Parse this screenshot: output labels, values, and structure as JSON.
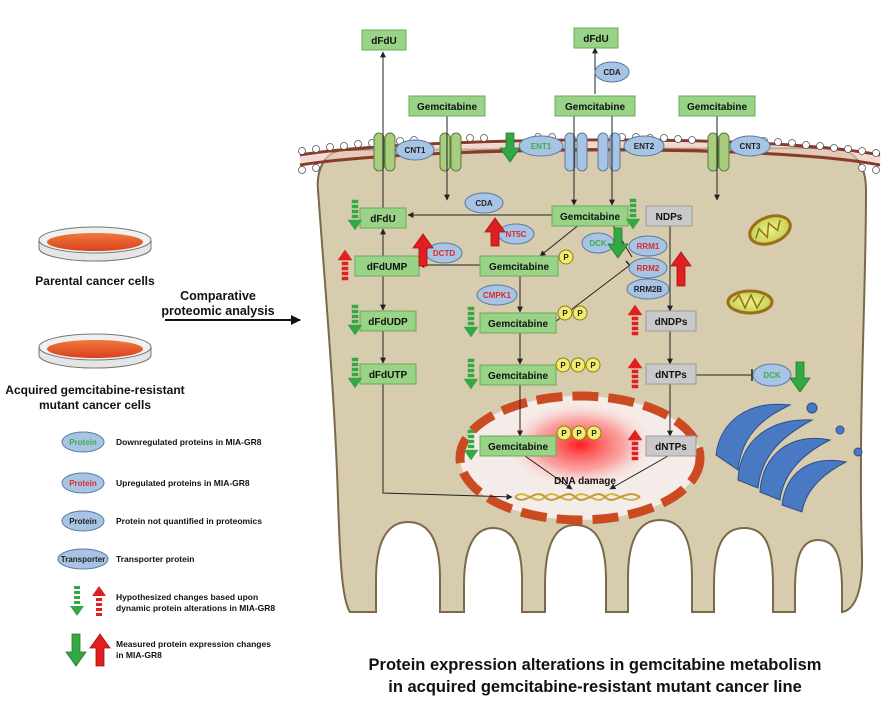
{
  "title_line1": "Protein expression alterations in gemcitabine metabolism",
  "title_line2": "in acquired gemcitabine-resistant mutant cancer line",
  "dish_parental": "Parental  cancer cells",
  "dish_resistant_line1": "Acquired gemcitabine-resistant",
  "dish_resistant_line2": "mutant cancer cells",
  "analysis_line1": "Comparative",
  "analysis_line2": "proteomic analysis",
  "boxes": {
    "dfdu_out_left": "dFdU",
    "dfdu_out_right": "dFdU",
    "gem_out_1": "Gemcitabine",
    "gem_out_2": "Gemcitabine",
    "gem_out_3": "Gemcitabine",
    "dfdu_in": "dFdU",
    "dfdump": "dFdUMP",
    "dfdudp": "dFdUDP",
    "dfdutp": "dFdUTP",
    "gem_in": "Gemcitabine",
    "gem_mp": "Gemcitabine",
    "gem_dp": "Gemcitabine",
    "gem_tp": "Gemcitabine",
    "gem_nuc": "Gemcitabine",
    "ndps": "NDPs",
    "dndps": "dNDPs",
    "dntps": "dNTPs",
    "dntps_nuc": "dNTPs"
  },
  "proteins": {
    "cda_top": "CDA",
    "cnt1_left": "CNT1",
    "ent1": "ENT1",
    "ent2": "ENT2",
    "cnt3": "CNT3",
    "cda_in": "CDA",
    "nt5c": "NT5C",
    "dctd": "DCTD",
    "dck": "DCK",
    "cmpk1": "CMPK1",
    "rrm1": "RRM1",
    "rrm2": "RRM2",
    "rrm2b": "RRM2B",
    "dck_right": "DCK"
  },
  "phosphate": "P",
  "dna_damage": "DNA damage",
  "legend": {
    "down_sample": "Protein",
    "down_text": "Downregulated proteins in MIA-GR8",
    "up_sample": "Protein",
    "up_text": "Upregulated proteins in MIA-GR8",
    "nq_sample": "Protein",
    "nq_text": "Protein not quantified in proteomics",
    "tr_sample": "Transporter",
    "tr_text": "Transporter protein",
    "hyp_line1": "Hypothesized changes based upon",
    "hyp_line2": "dynamic protein alterations in MIA-GR8",
    "meas_line1": "Measured protein expression changes",
    "meas_line2": "in MIA-GR8"
  },
  "colors": {
    "cell_fill": "#d8ccae",
    "membrane": "#8b3a2a",
    "box_fill": "#99d387",
    "protein_fill": "#a7c4e4",
    "down_text": "#3fae45",
    "up_text": "#e0282b",
    "arrow_green": "#34a844",
    "arrow_red": "#e02020",
    "nuclear_spot": "#ff1e1e"
  }
}
